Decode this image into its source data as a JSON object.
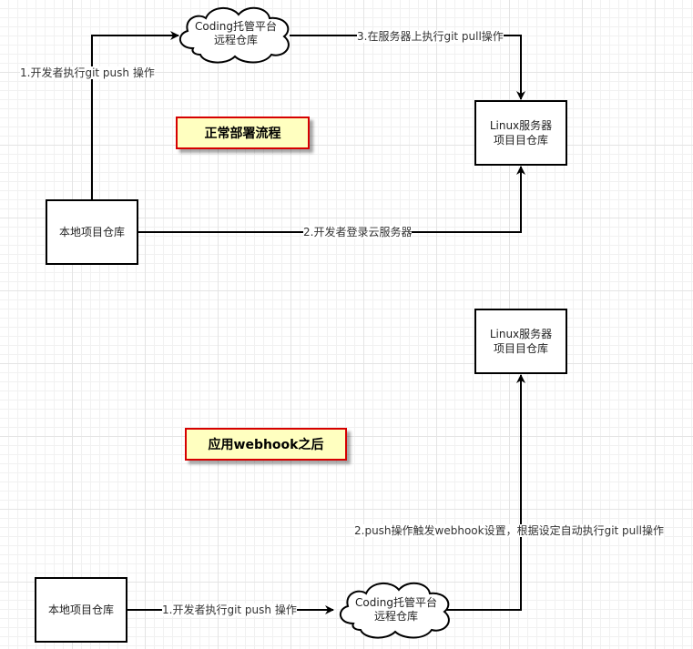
{
  "normal_flow": {
    "title": "正常部署流程",
    "cloud": {
      "line1": "Coding托管平台",
      "line2": "远程仓库"
    },
    "server": {
      "line1": "Linux服务器",
      "line2": "项目目仓库"
    },
    "local": {
      "label": "本地项目仓库"
    },
    "edges": {
      "push": "1.开发者执行git push 操作",
      "login": "2.开发者登录云服务器",
      "pull": "3.在服务器上执行git pull操作"
    }
  },
  "webhook_flow": {
    "title": "应用webhook之后",
    "cloud": {
      "line1": "Coding托管平台",
      "line2": "远程仓库"
    },
    "server": {
      "line1": "Linux服务器",
      "line2": "项目目仓库"
    },
    "local": {
      "label": "本地项目仓库"
    },
    "edges": {
      "push": "1.开发者执行git push 操作",
      "trigger": "2.push操作触发webhook设置，根据设定自动执行git pull操作"
    }
  }
}
